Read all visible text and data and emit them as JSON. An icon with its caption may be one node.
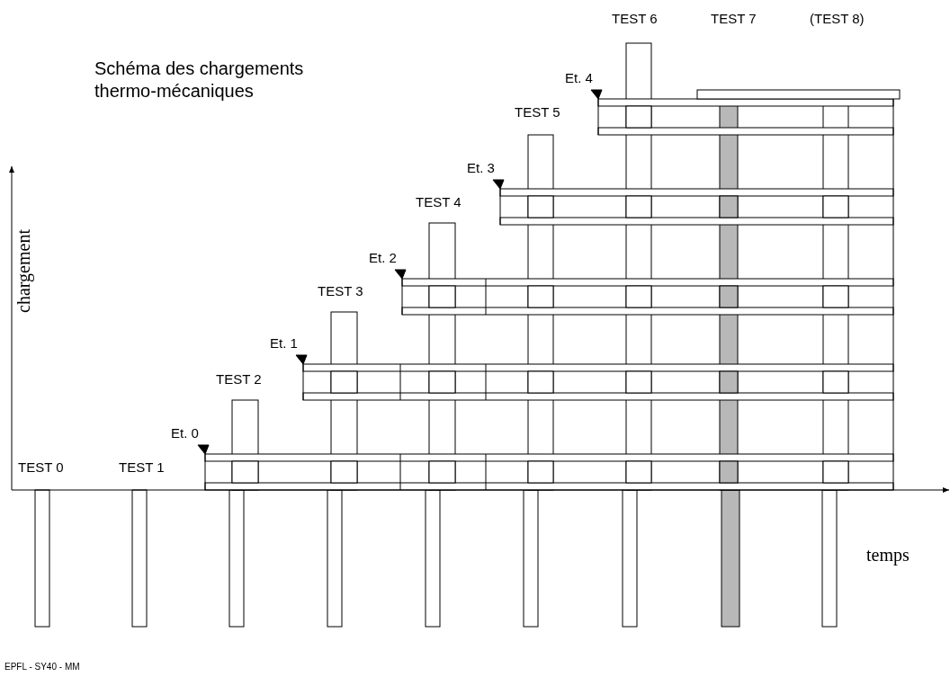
{
  "diagram": {
    "title": "Schéma des chargements thermo-mécaniques",
    "labels": [
      "TEST 6",
      "TEST 7",
      "(TEST 8)",
      "Et. 4",
      "TEST 5",
      "Et. 3",
      "TEST 4",
      "chargement",
      "Et. 2",
      "TEST 3",
      "Et. 1",
      "TEST 2",
      "Et. 0",
      "TEST 0",
      "TEST 1",
      "temps",
      "EPFL - SY40 - MM"
    ]
  }
}
